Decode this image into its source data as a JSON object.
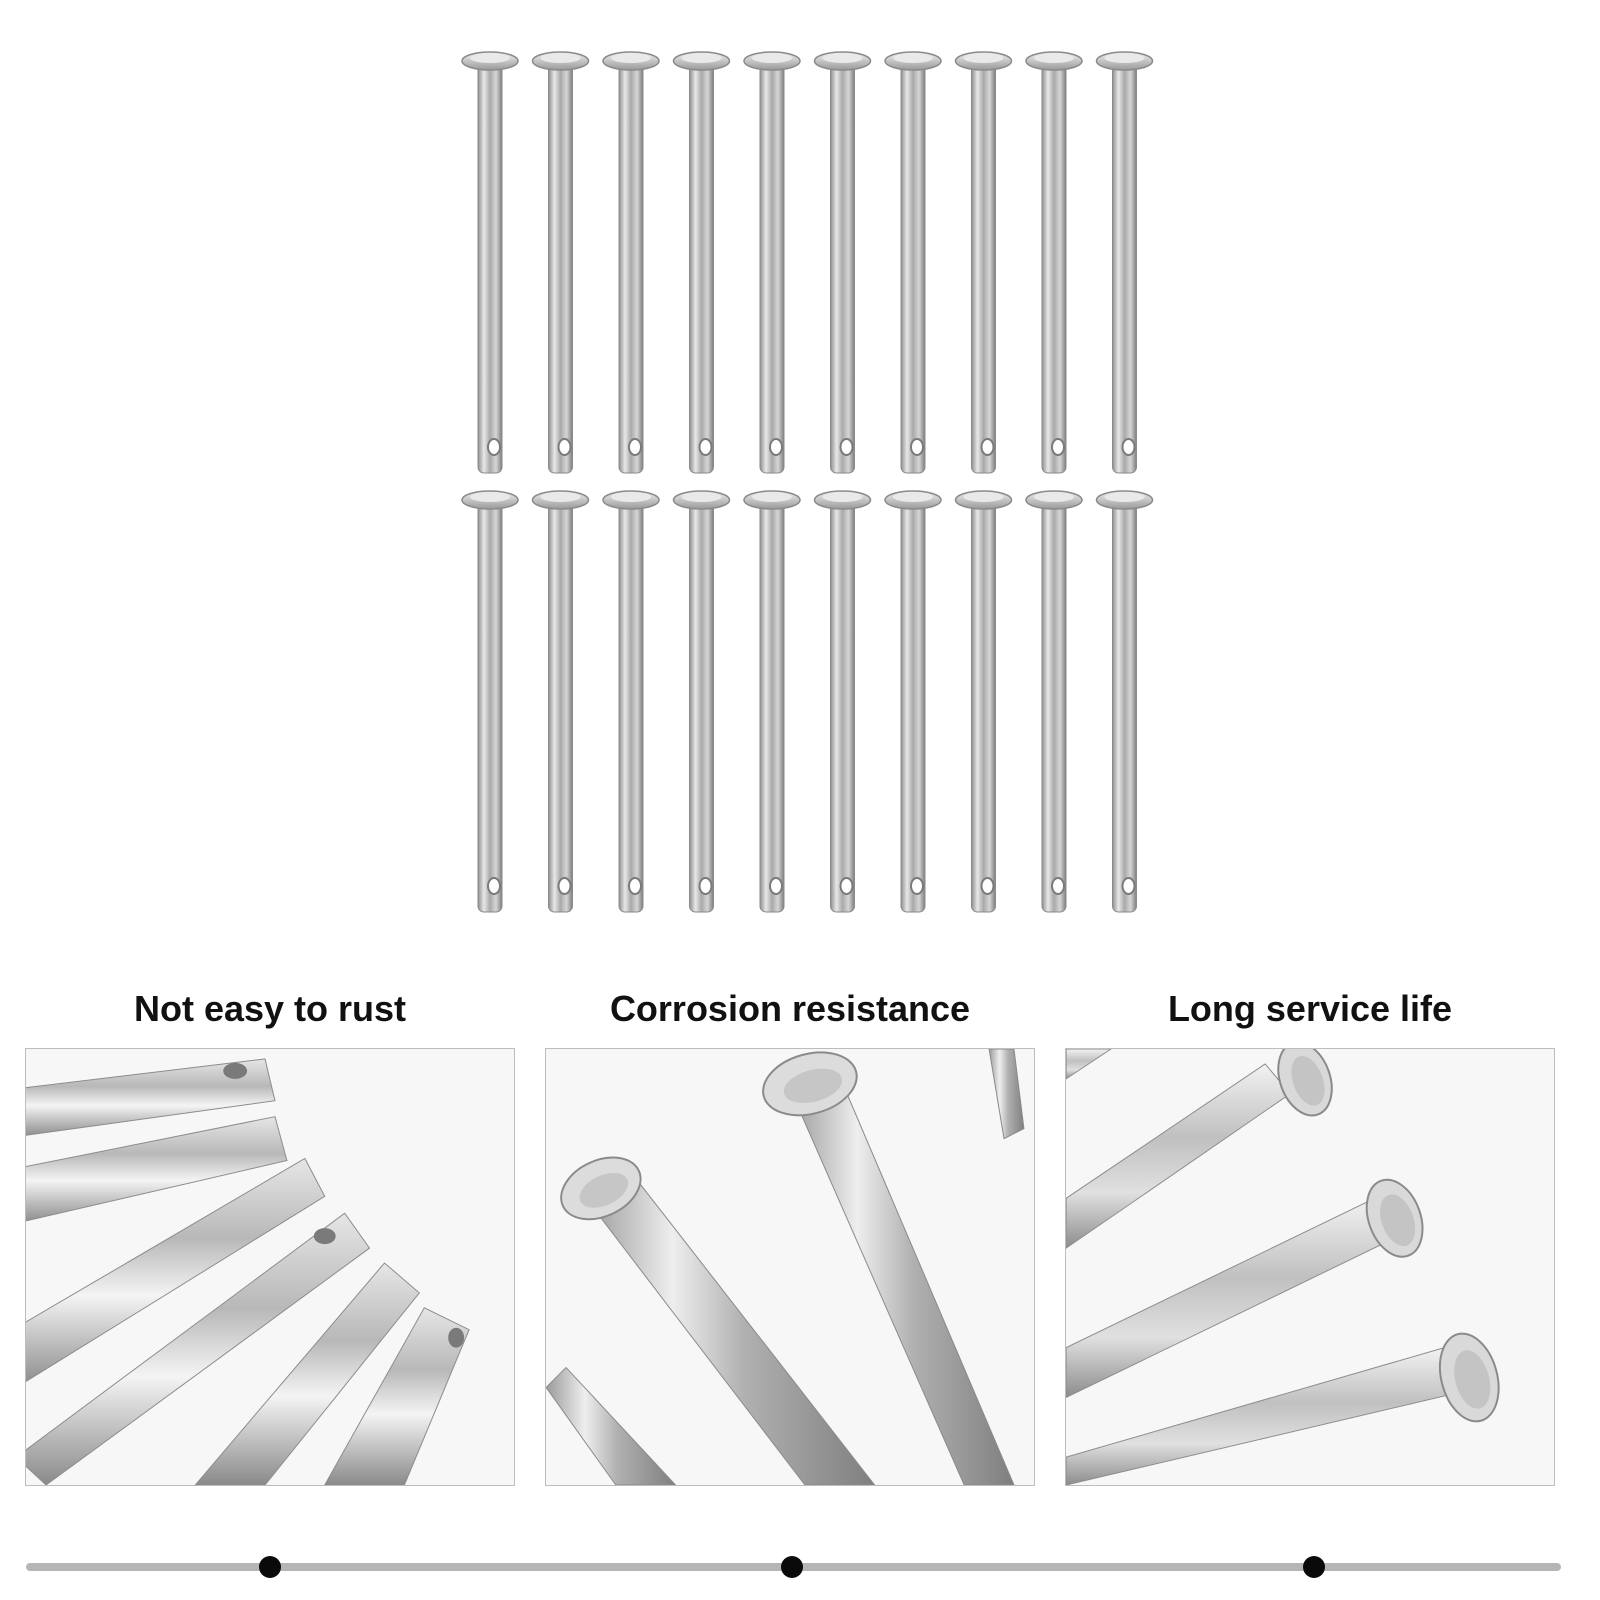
{
  "product": {
    "rows": 2,
    "pins_per_row": 10,
    "finish_color": "#c8c8c8"
  },
  "features": [
    {
      "title": "Not easy to rust",
      "icon": "pin-ends-closeup"
    },
    {
      "title": "Corrosion resistance",
      "icon": "pin-heads-closeup"
    },
    {
      "title": "Long service life",
      "icon": "pin-heads-angled-closeup"
    }
  ],
  "timeline": {
    "dots": 3,
    "bar_color": "#b5b5b5",
    "dot_color": "#0a0a0a"
  }
}
